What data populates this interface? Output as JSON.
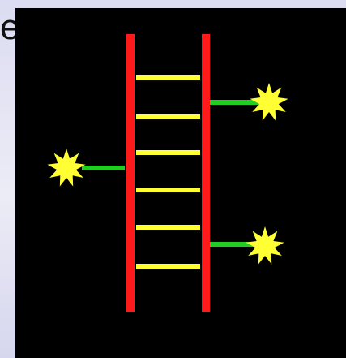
{
  "edge_text": {
    "glyph": "e"
  },
  "colors": {
    "background_panel": "#000000",
    "rail": "#ff1a1a",
    "rung": "#ffff33",
    "tether": "#22cc22",
    "star": "#ffff33"
  },
  "diagram": {
    "rails": [
      "rail-left",
      "rail-right"
    ],
    "rung_count": 6,
    "attachments": [
      {
        "side": "right",
        "rung_level": 1,
        "icon": "star-burst-icon"
      },
      {
        "side": "left",
        "rung_level": 2,
        "icon": "star-burst-icon"
      },
      {
        "side": "right",
        "rung_level": 4,
        "icon": "star-burst-icon"
      }
    ]
  }
}
